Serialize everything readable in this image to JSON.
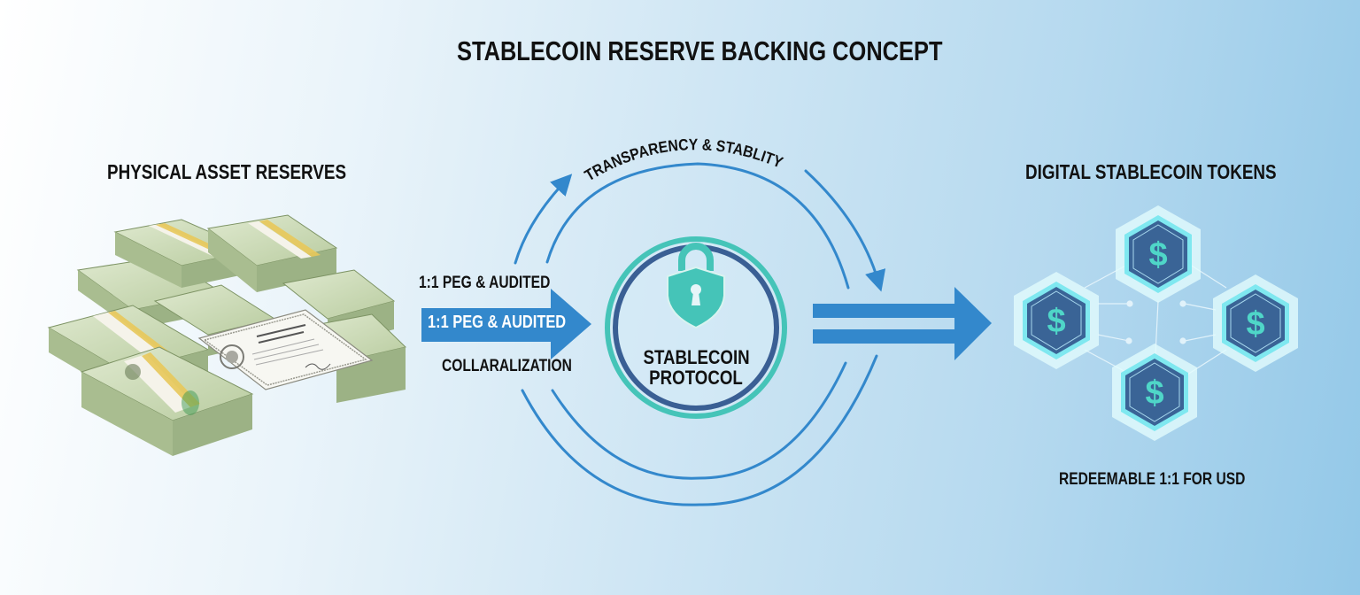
{
  "title": "STABLECOIN RESERVE BACKING CONCEPT",
  "left": {
    "heading": "PHYSICAL ASSET RESERVES",
    "illustration": "stacks-of-100-dollar-bills-and-reserve-certificate"
  },
  "middle": {
    "peg_label_top": "1:1 PEG & AUDITED",
    "peg_arrow_label": "1:1 PEG & AUDITED",
    "collateral_label": "COLLARALIZATION",
    "arc_label": "TRANSPARENCY & STABLITY",
    "protocol": {
      "line1": "STABLECOIN",
      "line2": "PROTOCOL",
      "icon": "lock-shield-icon"
    }
  },
  "right": {
    "heading": "DIGITAL STABLECOIN TOKENS",
    "tokens": [
      {
        "symbol": "$",
        "position": "top"
      },
      {
        "symbol": "$",
        "position": "left"
      },
      {
        "symbol": "$",
        "position": "right"
      },
      {
        "symbol": "$",
        "position": "bottom"
      }
    ],
    "caption": "REDEEMABLE 1:1 FOR USD"
  },
  "colors": {
    "arrow_blue": "#3388cc",
    "teal": "#45c4b8",
    "navy": "#3a5f94",
    "token_bg": "#3a6496",
    "token_glow": "#7fe8f0",
    "text": "#111111",
    "bill_green": "#c9d9b4",
    "band_yellow": "#e8c85a"
  }
}
